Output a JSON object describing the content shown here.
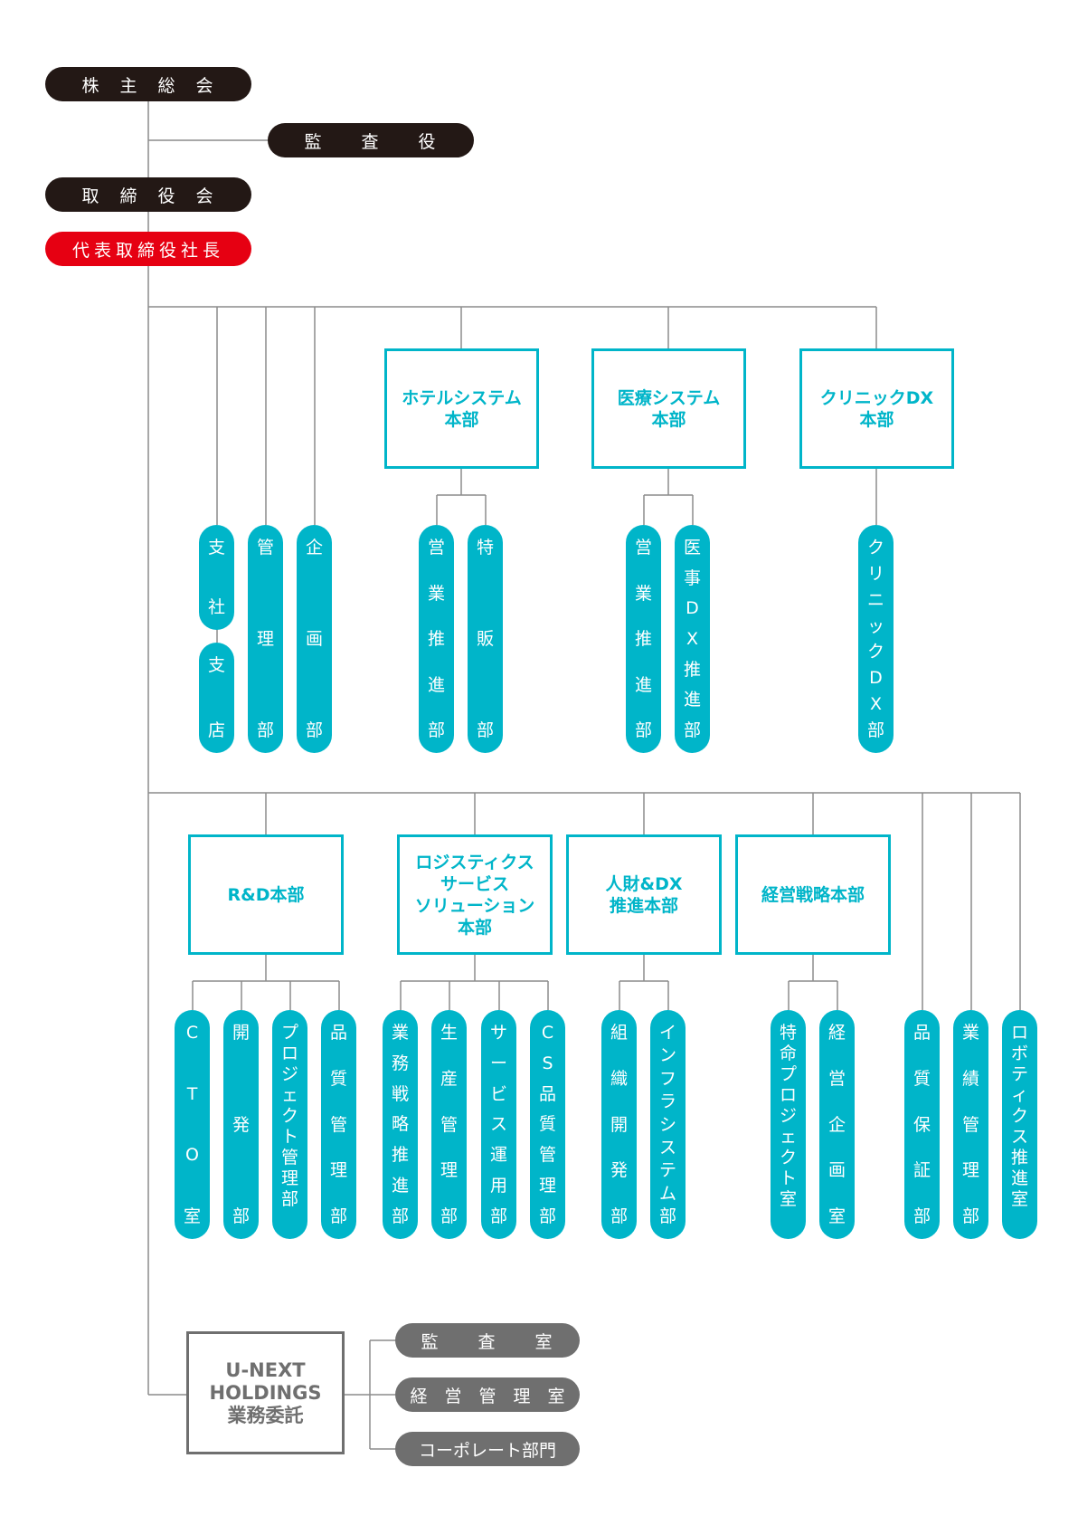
{
  "top": {
    "shareholders": "株　主　総　会",
    "auditor": "監　　査　　役",
    "board": "取　締　役　会",
    "ceo": "代表取締役社長"
  },
  "row1": {
    "branch_office": "支社",
    "branch_store": "支店",
    "management": "管理部",
    "planning": "企画部",
    "hotel_hq": "ホテルシステム\n本部",
    "hotel_sales": "営業推進部",
    "hotel_special": "特販部",
    "medical_hq": "医療システム\n本部",
    "medical_sales": "営業推進部",
    "medical_dx": "医事DX推進部",
    "clinic_hq": "クリニックDX\n本部",
    "clinic_dx": "クリニックDX部"
  },
  "row2": {
    "rd_hq": "R&D本部",
    "cto": "CTO室",
    "dev": "開発部",
    "pm": "プロジェクト管理部",
    "qm": "品質管理部",
    "logi_hq": "ロジスティクス\nサービス\nソリューション\n本部",
    "biz_strategy": "業務戦略推進部",
    "prod_mgmt": "生産管理部",
    "service_ops": "サービス運用部",
    "cs_quality": "CS品質管理部",
    "hr_hq": "人財&DX\n推進本部",
    "org_dev": "組織開発部",
    "infra": "インフラシステム部",
    "strategy_hq": "経営戦略本部",
    "special_project": "特命プロジェクト室",
    "mgmt_planning": "経営企画室",
    "qa": "品質保証部",
    "performance": "業績管理部",
    "robotics": "ロボティクス推進室"
  },
  "bottom": {
    "unext": "U-NEXT\nHOLDINGS\n業務委託",
    "audit_room": "監　　査　　室",
    "mgmt_admin": "経　営　管　理　室",
    "corporate": "コーポレート部門"
  },
  "colors": {
    "teal": "#00b5c9",
    "dark": "#231815",
    "red": "#e60012",
    "gray": "#6f6f6f",
    "line": "#8c8c8c"
  }
}
